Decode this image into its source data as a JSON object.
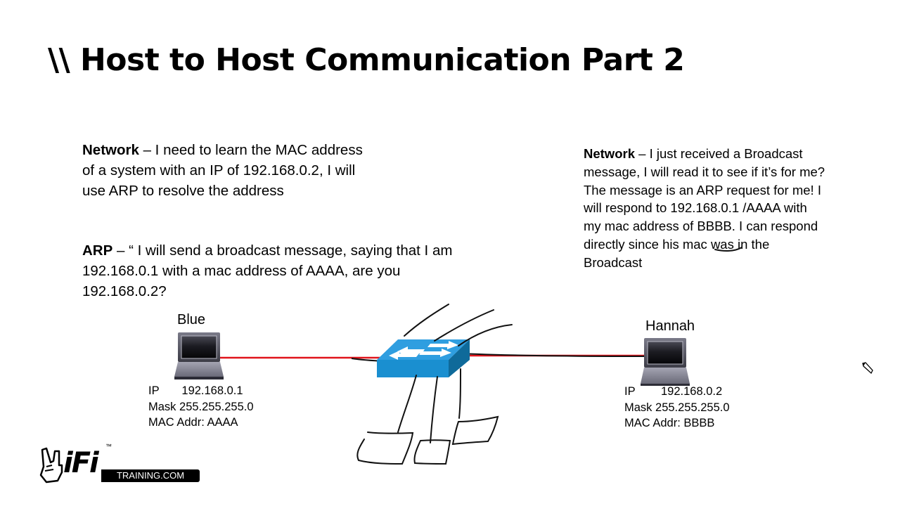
{
  "slide": {
    "title": "\\\\ Host to Host Communication Part 2"
  },
  "left_text": {
    "network_label": "Network",
    "network_text": " – I need to learn the MAC address of a system with an IP of 192.168.0.2, I will use ARP to resolve the address",
    "arp_label": "ARP",
    "arp_text": " – “ I will send a broadcast message, saying that I am 192.168.0.1 with a mac address of AAAA, are you 192.168.0.2?"
  },
  "right_text": {
    "network_label": "Network",
    "network_text": " – I just received a Broadcast message, I will read it to see if it’s for me? The message is an ARP request for me! I will respond to 192.168.0.1 /AAAA with my mac address of BBBB. I can respond directly since his mac was in the Broadcast"
  },
  "hosts": [
    {
      "name": "Blue",
      "ip_label": "IP",
      "ip": "192.168.0.1",
      "mask_label": "Mask",
      "mask": "255.255.255.0",
      "mac_label": "MAC Addr:",
      "mac": "AAAA"
    },
    {
      "name": "Hannah",
      "ip_label": "IP",
      "ip": "192.168.0.2",
      "mask_label": "Mask",
      "mask": "255.255.255.0",
      "mac_label": "MAC Addr:",
      "mac": "BBBB"
    }
  ],
  "device": {
    "type": "switch-icon",
    "color": "#1a8fd0"
  },
  "link_color": "#e0141b",
  "logo": {
    "brand": "iFi",
    "tm": "™",
    "sub": "TRAINING.COM"
  }
}
